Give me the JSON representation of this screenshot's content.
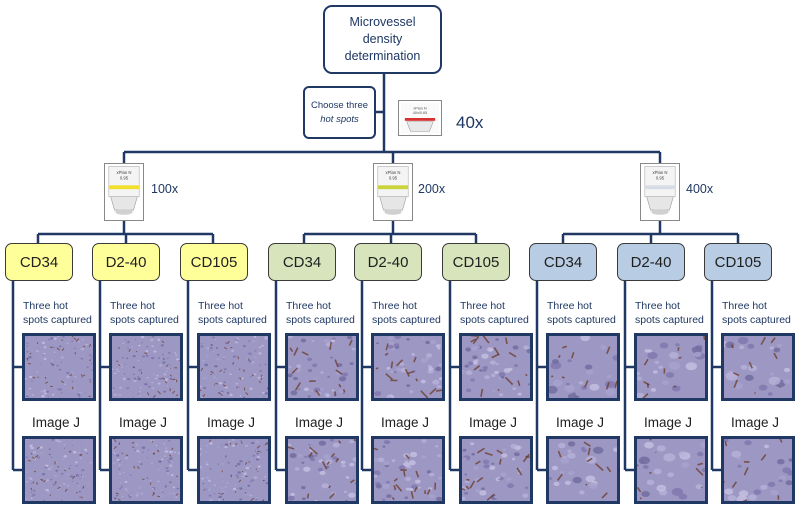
{
  "root": {
    "lines": [
      "Microvessel",
      "density",
      "determination"
    ]
  },
  "choose": {
    "line1": "Choose three",
    "line2": "hot spots"
  },
  "objective_40": {
    "label": "40x"
  },
  "magnifications": [
    {
      "label": "100x",
      "color": "#ffff99"
    },
    {
      "label": "200x",
      "color": "#d7e4bc"
    },
    {
      "label": "400x",
      "color": "#b8cce4"
    }
  ],
  "markers": [
    "CD34",
    "D2-40",
    "CD105",
    "CD34",
    "D2-40",
    "CD105",
    "CD34",
    "D2-40",
    "CD105"
  ],
  "captured": {
    "line1": "Three hot",
    "line2": "spots captured"
  },
  "imagej": "Image J",
  "colors": {
    "line": "#1f3864",
    "yellow": "#ffff99",
    "green": "#d7e4bc",
    "blue": "#b8cce4",
    "tissue": "#9a8fbf"
  }
}
